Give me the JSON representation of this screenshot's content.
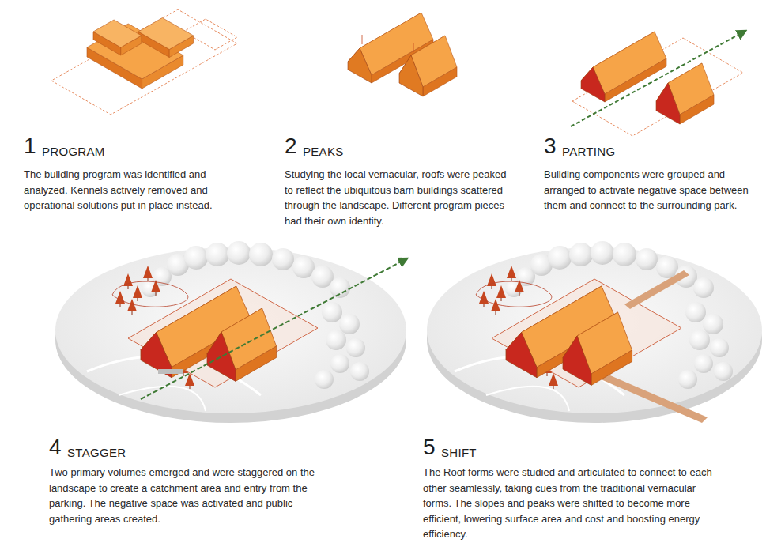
{
  "diagram": {
    "labels": [
      "1",
      "PROGRAM",
      "The building program was identified and analyzed. Kennels actively removed and operational solutions put in place instead.",
      "2",
      "PEAKS",
      "Studying the local vernacular, roofs were peaked to reflect the ubiquitous barn buildings scattered through the landscape. Different program pieces had their own identity.",
      "3",
      "PARTING",
      "Building components were grouped and arranged to activate negative space between them and connect to the surrounding park.",
      "4",
      "STAGGER",
      "Two primary volumes emerged and were staggered on the landscape to create a catchment area and entry from the parking. The negative space was activated and public gathering areas created.",
      "5",
      "SHIFT",
      "The Roof forms were studied and articulated to connect to each other seamlessly, taking cues from the traditional vernacular forms. The slopes and peaks were shifted to become more efficient, lowering surface area and cost and boosting energy efficiency."
    ]
  }
}
